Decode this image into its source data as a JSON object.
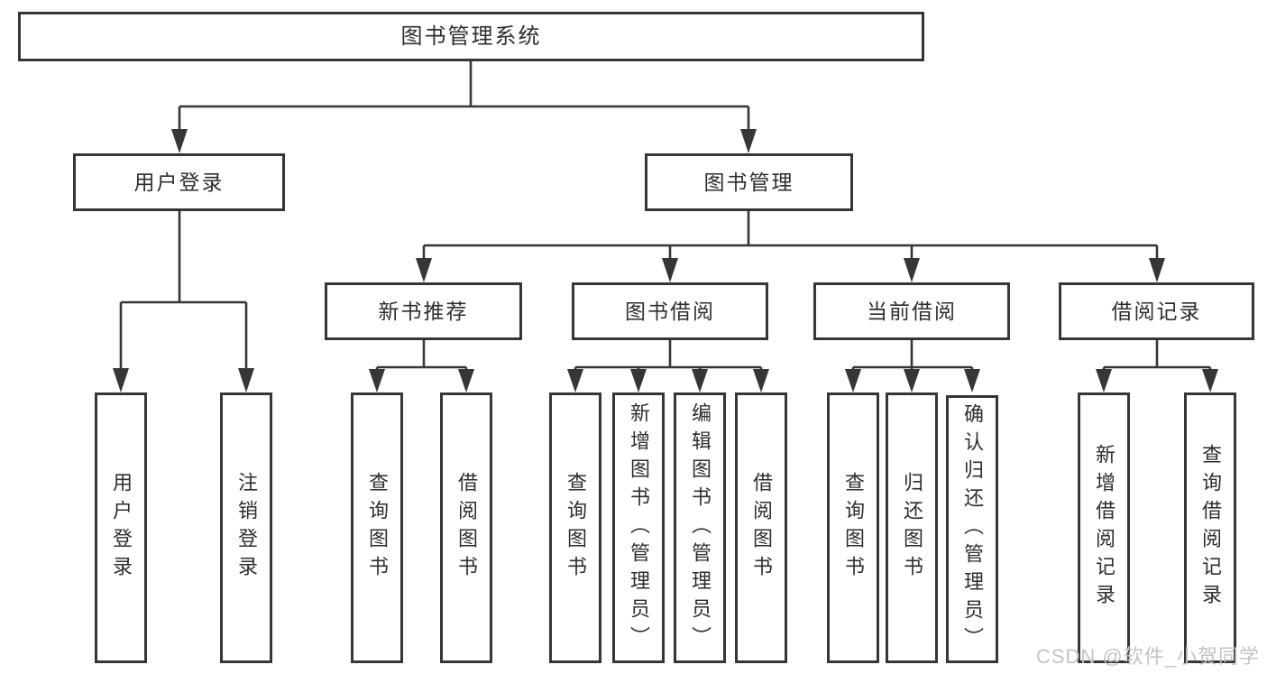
{
  "colors": {
    "line": "#363636",
    "text": "#2e2e2e",
    "watermark": "#c3c3c3",
    "bg": "#ffffff"
  },
  "tree": {
    "label": "图书管理系统",
    "children": [
      {
        "label": "用户登录",
        "children": [
          {
            "label": "用户登录"
          },
          {
            "label": "注销登录"
          }
        ]
      },
      {
        "label": "图书管理",
        "children": [
          {
            "label": "新书推荐",
            "children": [
              {
                "label": "查询图书"
              },
              {
                "label": "借阅图书"
              }
            ]
          },
          {
            "label": "图书借阅",
            "children": [
              {
                "label": "查询图书"
              },
              {
                "label": "新增图书（管理员）"
              },
              {
                "label": "编辑图书（管理员）"
              },
              {
                "label": "借阅图书"
              }
            ]
          },
          {
            "label": "当前借阅",
            "children": [
              {
                "label": "查询图书"
              },
              {
                "label": "归还图书"
              },
              {
                "label": "确认归还（管理员）"
              }
            ]
          },
          {
            "label": "借阅记录",
            "children": [
              {
                "label": "新增借阅记录"
              },
              {
                "label": "查询借阅记录"
              }
            ]
          }
        ]
      }
    ]
  },
  "watermark": {
    "text": "CSDN @软件_小贺同学"
  }
}
